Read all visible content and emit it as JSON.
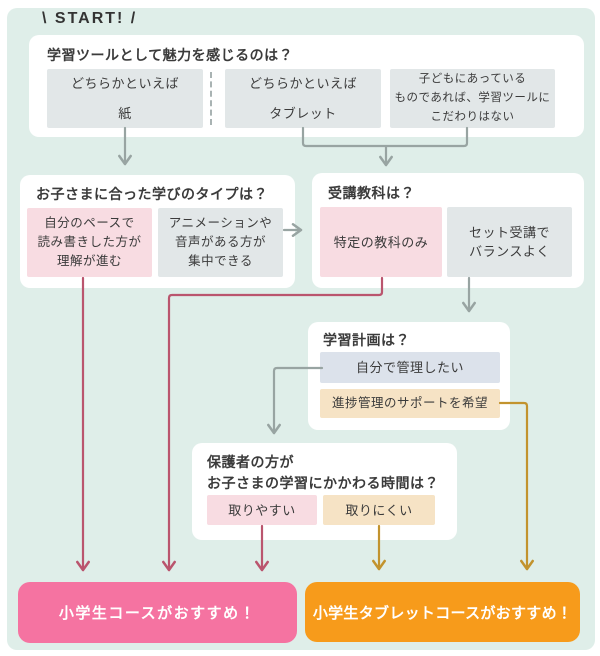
{
  "start_label": "\\ START! /",
  "q_tool": {
    "question": "学習ツールとして魅力を感じるのは？",
    "opt_paper": {
      "line1": "どちらかといえば",
      "line2": "紙"
    },
    "opt_tablet": {
      "line1": "どちらかといえば",
      "line2": "タブレット"
    },
    "opt_any": {
      "line1": "子どもにあっている",
      "line2": "ものであれば、学習ツールに",
      "line3": "こだわりはない"
    }
  },
  "q_learning_type": {
    "question": "お子さまに合った学びのタイプは？",
    "opt_own_pace": {
      "line1": "自分のペースで",
      "line2": "読み書きした方が",
      "line3": "理解が進む"
    },
    "opt_animation": {
      "line1": "アニメーションや",
      "line2": "音声がある方が",
      "line3": "集中できる"
    }
  },
  "q_subjects": {
    "question": "受講教科は？",
    "opt_specific": {
      "line1": "特定の教科のみ"
    },
    "opt_set": {
      "line1": "セット受講で",
      "line2": "バランスよく"
    }
  },
  "q_plan": {
    "question": "学習計画は？",
    "opt_self": {
      "line1": "自分で管理したい"
    },
    "opt_support": {
      "line1": "進捗管理のサポートを希望"
    }
  },
  "q_parent_time": {
    "question_line1": "保護者の方が",
    "question_line2": "お子さまの学習にかかわる時間は？",
    "opt_easy": {
      "line1": "取りやすい"
    },
    "opt_hard": {
      "line1": "取りにくい"
    }
  },
  "results": {
    "paper_course": "小学生コースがおすすめ！",
    "tablet_course": "小学生タブレットコースがおすすめ！"
  },
  "colors": {
    "background": "#dfeee9",
    "card": "#ffffff",
    "option_gray": "#e2e7e8",
    "option_pink": "#f8dce2",
    "option_bluegray": "#dce2eb",
    "option_tan": "#f6e3c5",
    "result_pink": "#f573a1",
    "result_orange": "#f79b1b",
    "arrow_gray": "#98a4a2",
    "arrow_pink": "#ba556e",
    "arrow_gold": "#c2932e",
    "text": "#3b3b3b"
  }
}
